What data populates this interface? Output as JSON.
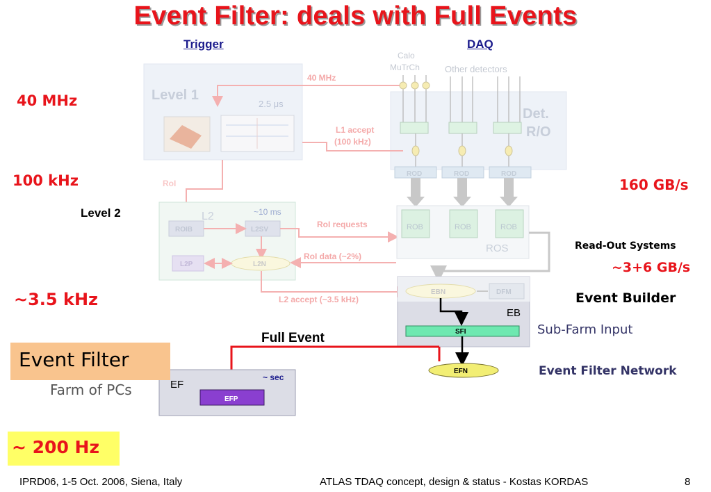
{
  "title": "Event Filter: deals with Full Events",
  "headers": {
    "trigger": "Trigger",
    "daq": "DAQ"
  },
  "rates_left": {
    "r40": "40 MHz",
    "r100": "100 kHz",
    "level2": "Level 2",
    "r35": "~3.5 kHz"
  },
  "rates_right": {
    "gb160": "160 GB/s",
    "ros_label": "Read-Out Systems",
    "gb36": "~3+6 GB/s"
  },
  "event_filter": {
    "label": "Event Filter",
    "farm": "Farm of PCs",
    "rate": "~ 200 Hz"
  },
  "right_labels": {
    "event_builder": "Event Builder",
    "sub_farm_input": "Sub-Farm Input",
    "efn_label": "Event Filter Network"
  },
  "diagram": {
    "calo": "Calo",
    "mutrch": "MuTrCh",
    "other_detectors": "Other detectors",
    "mhz_arrow": "40 MHz",
    "level1": "Level 1",
    "l1_time": "2.5 μs",
    "det_ro_1": "Det.",
    "det_ro_2": "R/O",
    "l1_accept_1": "L1 accept",
    "l1_accept_2": "(100 kHz)",
    "rod": "ROD",
    "roi": "RoI",
    "l2": "L2",
    "l2_time": "~10 ms",
    "roib": "ROIB",
    "l2sv": "L2SV",
    "l2p": "L2P",
    "l2n": "L2N",
    "roi_requests": "RoI requests",
    "roi_data": "RoI data (~2%)",
    "l2_accept": "L2 accept (~3.5 kHz)",
    "rob": "ROB",
    "ros": "ROS",
    "ebn": "EBN",
    "dfm": "DFM",
    "eb": "EB",
    "sfi": "SFI",
    "efn": "EFN",
    "full_event": "Full Event",
    "ef": "EF",
    "ef_time": "~ sec",
    "efp": "EFP"
  },
  "footer": {
    "left": "IPRD06, 1-5 Oct. 2006, Siena, Italy",
    "center": "ATLAS TDAQ concept, design & status - Kostas KORDAS",
    "page": "8"
  },
  "colors": {
    "accent_red": "#e8141b",
    "header_blue": "#1b1b8c",
    "ef_box": "#f9c48e",
    "rate_box": "#ffff66",
    "sfi": "#6ee8b0",
    "efn": "#f2ee74",
    "efp": "#8a3fd0"
  }
}
